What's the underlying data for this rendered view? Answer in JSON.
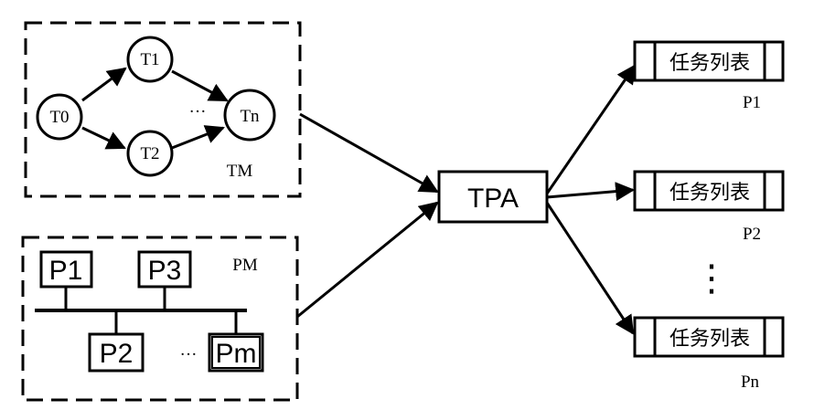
{
  "task_model": {
    "label": "TM",
    "nodes": {
      "t0": "T0",
      "t1": "T1",
      "t2": "T2",
      "tn": "Tn"
    },
    "ellipsis": "···"
  },
  "processor_model": {
    "label": "PM",
    "processors": {
      "p1": "P1",
      "p2": "P2",
      "p3": "P3",
      "pm": "Pm"
    },
    "ellipsis": "···"
  },
  "allocator": {
    "label": "TPA"
  },
  "task_queues": [
    {
      "text": "任务列表",
      "label": "P1"
    },
    {
      "text": "任务列表",
      "label": "P2"
    },
    {
      "text": "任务列表",
      "label": "Pn"
    }
  ],
  "vertical_ellipsis": "⋮"
}
